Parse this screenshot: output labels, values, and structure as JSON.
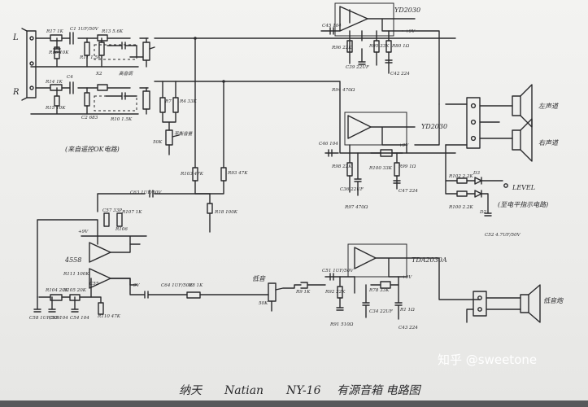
{
  "input": {
    "left": "L",
    "right": "R"
  },
  "ic": {
    "top": "YD2030",
    "middle": "YD2030",
    "bottom": "TDA2030A",
    "opamp": "4558"
  },
  "speakers": {
    "left": "左声道",
    "right": "右声道",
    "sub": "低音炮"
  },
  "level": {
    "label": "LEVEL",
    "note": "(至电平指示电路)"
  },
  "labels": {
    "r17": "R17 1K",
    "c1": "C1 1UF/50V",
    "r13": "R13 5.6K",
    "r16": "R16 10K",
    "r11": "R11 1.5K",
    "x2": "X2",
    "tone": "高音调",
    "r14": "R14 1K",
    "c4": "C4",
    "r15": "R15 10K",
    "c2": "C2 683",
    "r10": "R10 1.5K",
    "r7": "R7",
    "r4": "R4 33K",
    "pot50k": "50K",
    "balance_note": "平衡音量",
    "remote_note": "(来自遥控OK电路)",
    "c45": "C45 104",
    "plus9v": "+9V",
    "r96": "R96 22K",
    "r95": "R95 33K",
    "r80": "R80 1Ω",
    "c39": "C39 22UF",
    "c42": "C42 224",
    "r94": "R94 470Ω",
    "c46": "C46 104",
    "r98": "R98 22K",
    "r100": "R100 33K",
    "r99": "R99 1Ω",
    "c36": "C36 22UF",
    "c47": "C47 224",
    "r97": "R97 470Ω",
    "r102": "R102 2.2K",
    "r100b": "R100 2.2K",
    "d3": "D3",
    "d2": "D2",
    "c52": "C52 4.7UF/50V",
    "r103": "R103 47K",
    "r93": "R93 47K",
    "r18": "R18 100K",
    "c63": "C63 1UF/50V",
    "c57": "C57 33P",
    "r107": "R107 1K",
    "r106": "R106",
    "r111": "R111 100K",
    "c55": "C55",
    "minus9v": "-9V",
    "r104": "R104 20K",
    "r105": "R105 20K",
    "r110": "R110 47K",
    "c58": "C58 1UF/50V",
    "c53": "C53 104",
    "c54": "C54 104",
    "c64": "C64 1UF/50V",
    "r8": "R8 1K",
    "sub_gain": "低音",
    "pot50kb": "50K",
    "r9": "R9 1K",
    "c51": "C51 1UF/50V",
    "r92": "R92 22K",
    "r78": "R78 33K",
    "c34": "C34 22UF",
    "r1": "R1 1Ω",
    "r91": "R91 510Ω",
    "c43": "C43 224"
  },
  "title": {
    "brand_cn": "纳天",
    "brand_en": "Natian",
    "model": "NY-16",
    "description": "有源音箱 电路图"
  },
  "watermark": "知乎 @sweetone"
}
